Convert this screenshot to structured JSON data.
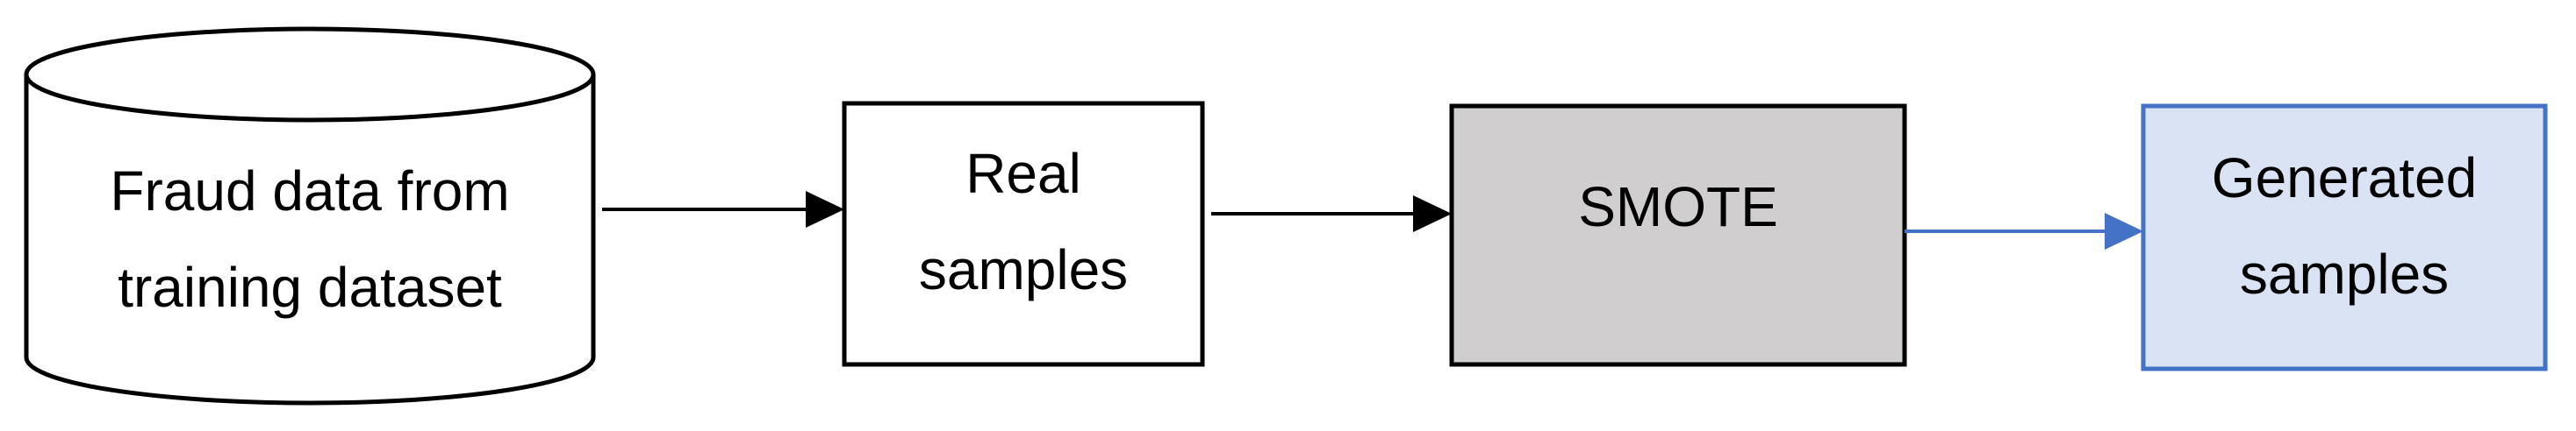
{
  "nodes": {
    "fraud_data": {
      "line1": "Fraud data from",
      "line2": "training dataset"
    },
    "real_samples": {
      "line1": "Real",
      "line2": "samples"
    },
    "smote": {
      "label": "SMOTE"
    },
    "generated_samples": {
      "line1": "Generated",
      "line2": "samples"
    }
  },
  "colors": {
    "stroke": "#000000",
    "smote_fill": "#d0cece",
    "generated_fill": "#dae3f3",
    "generated_stroke": "#4472c4",
    "arrow_blue": "#4472c4"
  }
}
